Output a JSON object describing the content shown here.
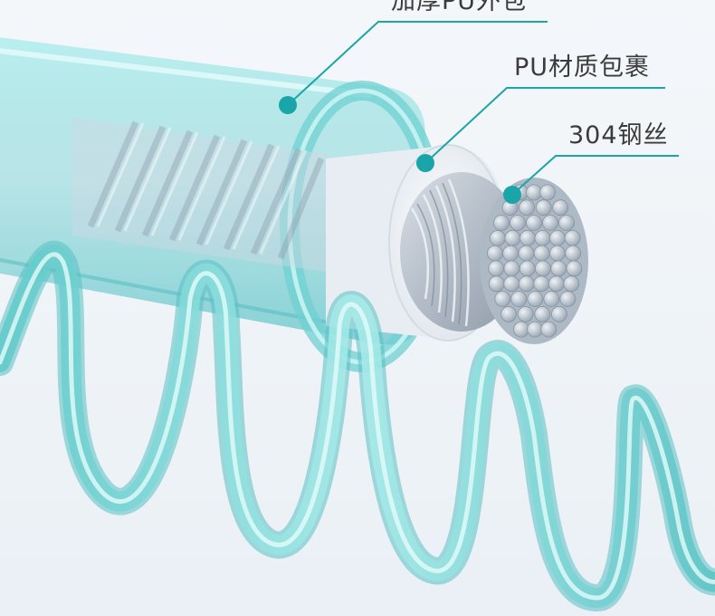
{
  "product_image": {
    "callouts": [
      {
        "label": "加厚PU外包"
      },
      {
        "label": "PU材质包裹"
      },
      {
        "label": "304钢丝"
      }
    ],
    "colors": {
      "accent": "#1aa6a8",
      "coil": "#7fd8d6",
      "jacket": "#8fe0e0",
      "inner_sheath": "#f7f9fb",
      "steel": "#b8c2ce"
    }
  }
}
